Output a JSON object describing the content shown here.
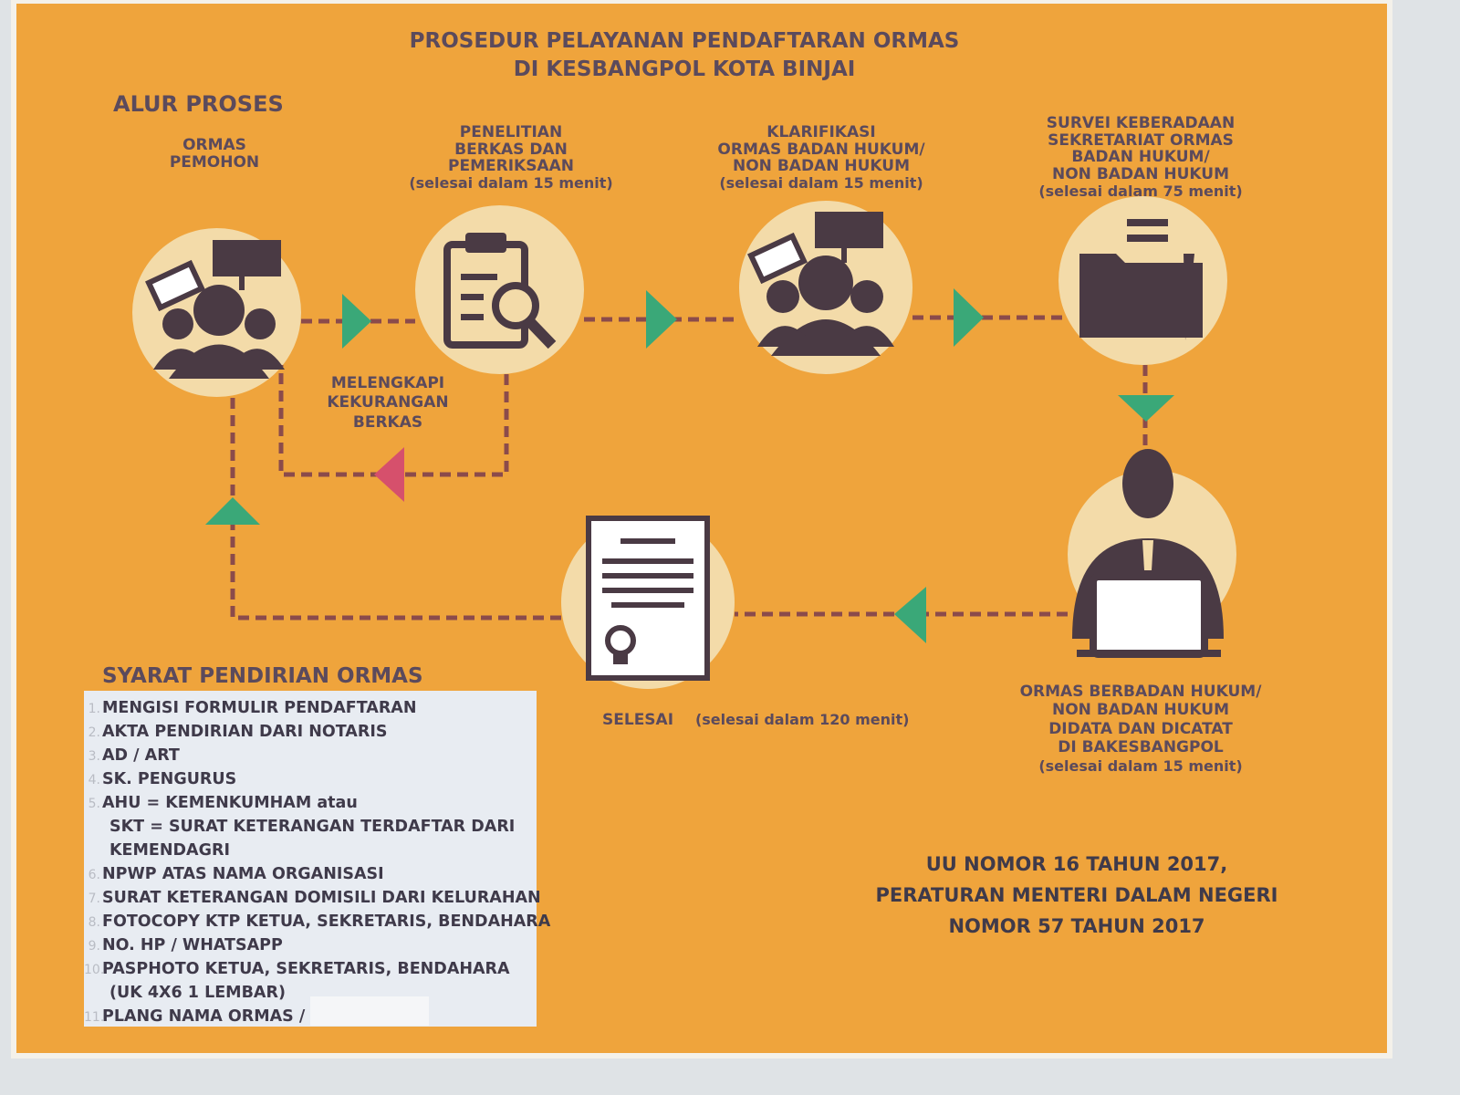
{
  "title": [
    "PROSEDUR PELAYANAN PENDAFTARAN ORMAS",
    "DI KESBANGPOL KOTA BINJAI"
  ],
  "section_flow": "ALUR PROSES",
  "steps": [
    {
      "label": [
        "ORMAS",
        "PEMOHON"
      ],
      "icon": "people-protest-icon"
    },
    {
      "label": [
        "PENELITIAN",
        "BERKAS DAN",
        "PEMERIKSAAN"
      ],
      "time": "(selesai dalam 15 menit)",
      "icon": "clipboard-search-icon"
    },
    {
      "label": [
        "KLARIFIKASI",
        "ORMAS BADAN HUKUM/",
        "NON BADAN HUKUM"
      ],
      "time": "(selesai dalam 15 menit)",
      "icon": "people-protest-icon"
    },
    {
      "label": [
        "SURVEI KEBERADAAN",
        "SEKRETARIAT ORMAS",
        "BADAN HUKUM/",
        "NON BADAN HUKUM"
      ],
      "time": "(selesai dalam 75 menit)",
      "icon": "folder-icon"
    },
    {
      "label": [
        "ORMAS BERBADAN HUKUM/",
        "NON BADAN HUKUM",
        "DIDATA DAN DICATAT",
        "DI BAKESBANGPOL"
      ],
      "time": "(selesai dalam 15 menit)",
      "icon": "officer-laptop-icon"
    },
    {
      "label": "SELESAI",
      "time": "(selesai dalam 120 menit)",
      "icon": "certificate-icon"
    }
  ],
  "loop_label": [
    "MELENGKAPI",
    "KEKURANGAN",
    "BERKAS"
  ],
  "requirements_title": "SYARAT PENDIRIAN ORMAS",
  "requirements": [
    {
      "n": "1.",
      "text": "MENGISI FORMULIR PENDAFTARAN"
    },
    {
      "n": "2.",
      "text": "AKTA PENDIRIAN DARI NOTARIS"
    },
    {
      "n": "3.",
      "text": "AD / ART"
    },
    {
      "n": "4.",
      "text": "SK. PENGURUS"
    },
    {
      "n": "5.",
      "text": "AHU = KEMENKUMHAM atau"
    },
    {
      "n": "",
      "text": "SKT = SURAT KETERANGAN TERDAFTAR DARI"
    },
    {
      "n": "",
      "text": "KEMENDAGRI"
    },
    {
      "n": "6.",
      "text": "NPWP ATAS NAMA ORGANISASI"
    },
    {
      "n": "7.",
      "text": "SURAT KETERANGAN DOMISILI DARI KELURAHAN"
    },
    {
      "n": "8.",
      "text": "FOTOCOPY KTP KETUA, SEKRETARIS, BENDAHARA"
    },
    {
      "n": "9.",
      "text": "NO. HP / WHATSAPP"
    },
    {
      "n": "10.",
      "text": "PASPHOTO KETUA, SEKRETARIS, BENDAHARA"
    },
    {
      "n": "",
      "text": "(UK 4X6 1 LEMBAR)"
    },
    {
      "n": "11.",
      "text": "PLANG NAMA ORMAS /"
    }
  ],
  "legal_basis": [
    "UU NOMOR 16 TAHUN 2017,",
    "PERATURAN MENTERI DALAM NEGERI",
    "NOMOR 57 TAHUN 2017"
  ],
  "colors": {
    "background": "#efa43c",
    "text": "#5b4a5c",
    "arrow_forward": "#3aa878",
    "arrow_back": "#d6506c",
    "dash": "#8b4b4b",
    "circle": "#f3dba9"
  }
}
